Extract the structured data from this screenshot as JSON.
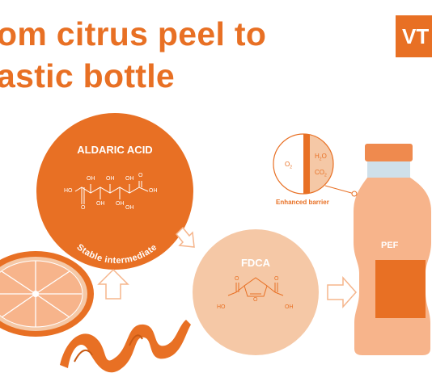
{
  "title": {
    "line1": "om citrus peel to",
    "line2": "astic bottle"
  },
  "logo": {
    "text": "VT"
  },
  "aldaric": {
    "title": "ALDARIC ACID",
    "arc_label": "Stable intermediate",
    "atoms": {
      "ho_left": "HO",
      "oh_right": "OH",
      "oh_top": [
        "OH",
        "OH",
        "OH",
        "OH"
      ],
      "oh_bottom": [
        "OH",
        "OH",
        "OH"
      ],
      "o_top": "O",
      "o_bottom": "O"
    }
  },
  "fdca": {
    "title": "FDCA",
    "atoms": {
      "ho": "HO",
      "oh": "OH",
      "o_ring": "O",
      "o_left": "O",
      "o_right": "O"
    }
  },
  "barrier": {
    "label": "Enhanced barrier",
    "o2": "O",
    "o2_sub": "2",
    "h2o_pre": "H",
    "h2o_sub": "2",
    "h2o_post": "O",
    "co2_pre": "CO",
    "co2_sub": "2"
  },
  "bottle": {
    "label": "PEF"
  },
  "colors": {
    "primary": "#e87024",
    "light": "#f5c8a6",
    "bottle": "#f7b48b",
    "cap": "#ef8a4e",
    "neck": "#cfe0ea"
  }
}
